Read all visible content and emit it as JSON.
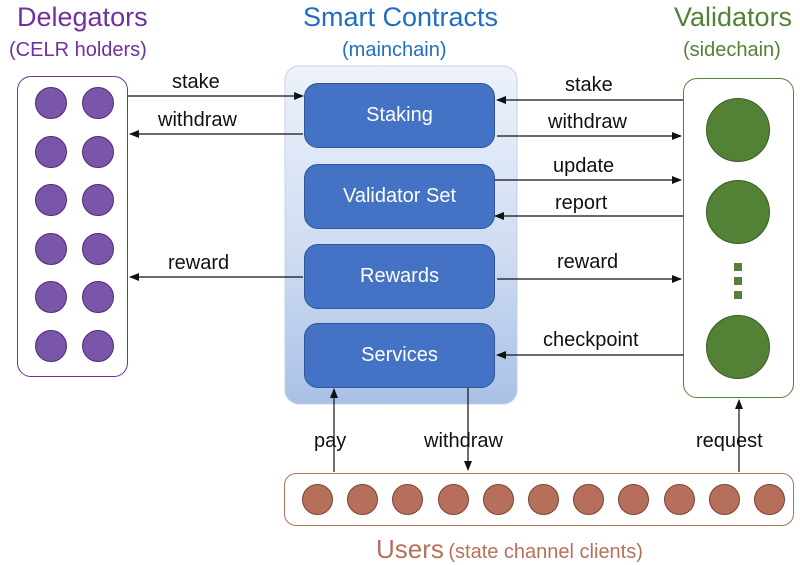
{
  "colors": {
    "delegator": "#7030a0",
    "delegator_dot": "#7a56a8",
    "contracts": "#1f6ec2",
    "contract_box": "#4472c4",
    "validator": "#548235",
    "validator_dot": "#538135",
    "users": "#b8705a",
    "users_dot": "#b56f5a",
    "arrow": "#111111"
  },
  "delegators": {
    "title": "Delegators",
    "subtitle": "(CELR holders)",
    "dot_count": 12
  },
  "contracts": {
    "title": "Smart Contracts",
    "subtitle": "(mainchain)",
    "boxes": [
      "Staking",
      "Validator Set",
      "Rewards",
      "Services"
    ]
  },
  "validators": {
    "title": "Validators",
    "subtitle": "(sidechain)",
    "ellipsis": "⋮"
  },
  "users": {
    "title": "Users",
    "subtitle": "(state channel clients)",
    "dot_count": 11
  },
  "arrows": {
    "delegator_stake": "stake",
    "delegator_withdraw": "withdraw",
    "delegator_reward": "reward",
    "validator_stake": "stake",
    "validator_withdraw": "withdraw",
    "validator_update": "update",
    "validator_report": "report",
    "validator_reward": "reward",
    "validator_checkpoint": "checkpoint",
    "user_pay": "pay",
    "user_withdraw": "withdraw",
    "user_request": "request"
  }
}
